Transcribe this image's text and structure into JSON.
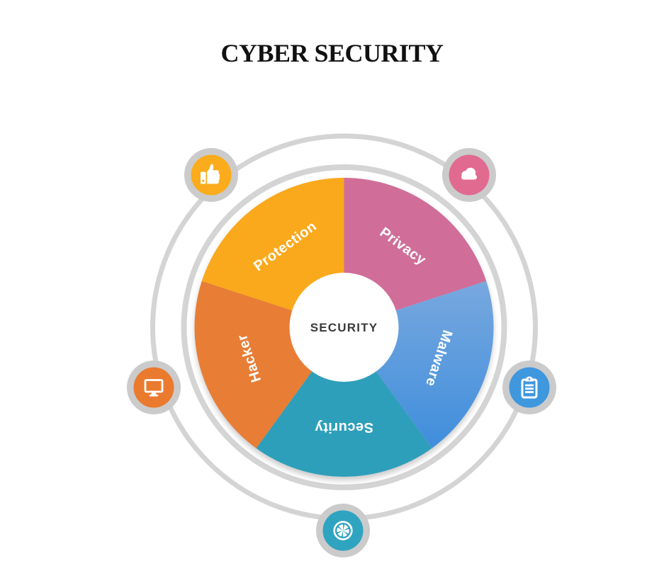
{
  "title": "CYBER SECURITY",
  "hub": {
    "label": "SECURITY"
  },
  "colors": {
    "background": "#FFFFFF",
    "orbit_ring": "#D4D4D4",
    "satellite_ring": "#CBCBCB",
    "hub_fill": "#FFFFFF",
    "hub_text": "#3A3A3A",
    "segment_label_text": "#FFFFFF",
    "title_text": "#111111",
    "icon_glyph": "#FFFFFF"
  },
  "segments": [
    {
      "label": "Privacy",
      "color": "#D06E99"
    },
    {
      "label": "Malware",
      "color": "#4190DC",
      "gradient_top": "#78A8DF",
      "gradient_bottom": "#3F8EDC"
    },
    {
      "label": "Security",
      "color": "#2E9FBA"
    },
    {
      "label": "Hacker",
      "color": "#E87D35"
    },
    {
      "label": "Protection",
      "color": "#FAA91B"
    }
  ],
  "satellites": [
    {
      "name": "thumbs-up",
      "color": "#FBAC1C"
    },
    {
      "name": "cloud",
      "color": "#E16A91"
    },
    {
      "name": "clipboard",
      "color": "#3F97DE"
    },
    {
      "name": "aperture",
      "color": "#2FA4C0"
    },
    {
      "name": "monitor",
      "color": "#EA7A2E"
    }
  ]
}
